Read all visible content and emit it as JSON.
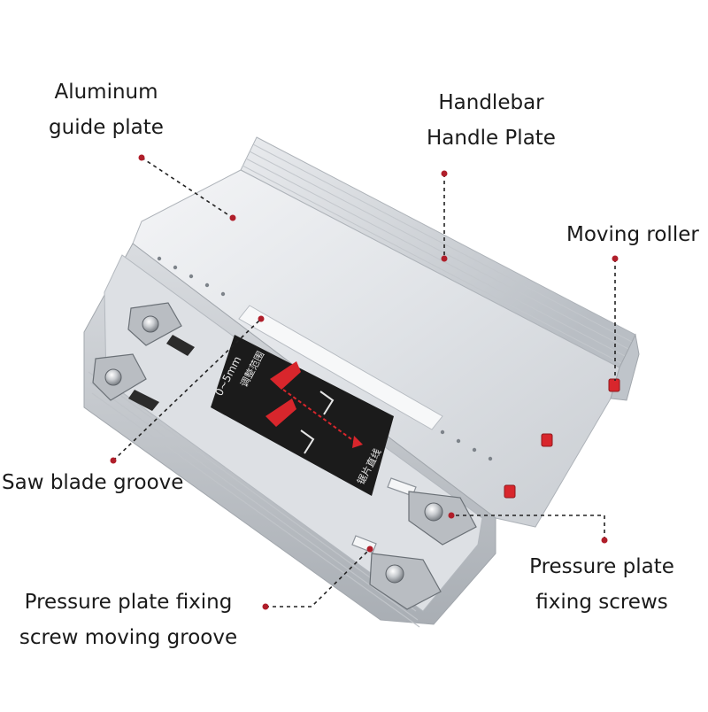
{
  "labels": {
    "aluminum_guide_plate": [
      "Aluminum",
      "guide plate"
    ],
    "handlebar_handle_plate": [
      "Handlebar",
      "Handle Plate"
    ],
    "moving_roller": [
      "Moving roller"
    ],
    "saw_blade_groove": [
      "Saw blade groove"
    ],
    "pressure_plate_fixing_screws": [
      "Pressure plate",
      "fixing screws"
    ],
    "pressure_plate_fixing_screw_moving_groove": [
      "Pressure plate fixing",
      "screw moving groove"
    ]
  },
  "decal": {
    "range": "0~5mm",
    "text_upper": "调整范围",
    "text_lower": "锯片直线"
  },
  "colors": {
    "leader_dot": "#b01e2a",
    "leader_line": "#222222",
    "aluminum_light": "#eef0f2",
    "aluminum_mid": "#cfd3d8",
    "aluminum_dark": "#9aa0a7",
    "decal_bg": "#1b1b1b",
    "decal_red": "#d8262c",
    "roller_red": "#d8262c"
  }
}
